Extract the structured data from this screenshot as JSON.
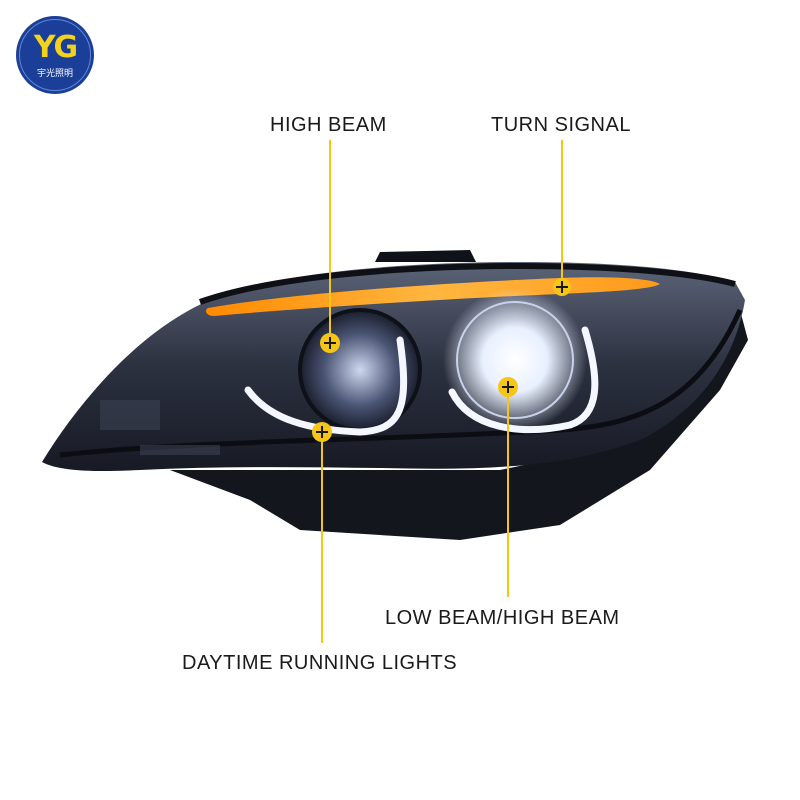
{
  "logo": {
    "mark": "YG",
    "text": "宇光照明",
    "color": "#1b3f98",
    "accent": "#f2d21b"
  },
  "callouts": {
    "high_beam": "HIGH BEAM",
    "turn_signal": "TURN SIGNAL",
    "low_high_beam": "LOW BEAM/HIGH BEAM",
    "daytime_running_lights": "DAYTIME RUNNING LIGHTS"
  },
  "colors": {
    "marker": "#f5c518",
    "housing": "#1e2130",
    "amber_strip": "#ff9a1a",
    "label": "#1a1a1a"
  },
  "icons": [
    "plus-marker-icon"
  ]
}
